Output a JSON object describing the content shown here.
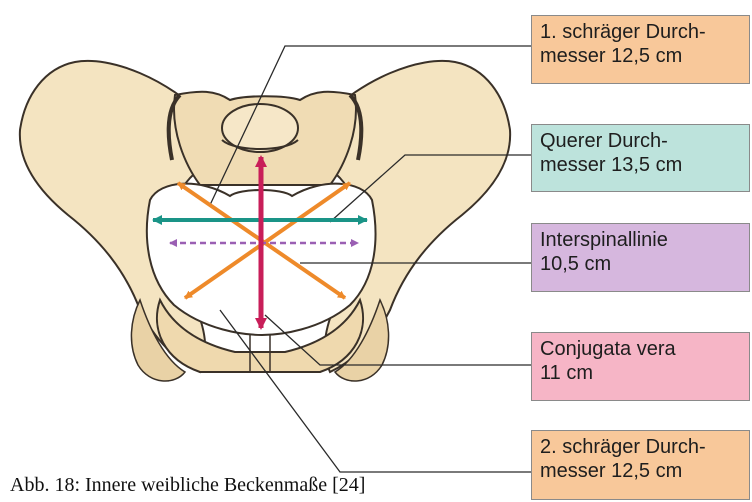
{
  "colors": {
    "bone_fill": "#f4e4c1",
    "bone_shade": "#e9d2a6",
    "bone_outline": "#3a3128",
    "inlet": "#ffffff",
    "oblique_arrow": "#ee8a2a",
    "transverse_arrow": "#1a9487",
    "interspinal_arrow": "#9a5fb3",
    "conjugate_arrow": "#c81e59",
    "leader_line": "#2a2a2a"
  },
  "labels": [
    {
      "lines": [
        "1. schräger Durch-",
        "messer 12,5 cm"
      ],
      "bg": "#f8c89a"
    },
    {
      "lines": [
        "Querer Durch-",
        "messer 13,5 cm"
      ],
      "bg": "#bde3dc"
    },
    {
      "lines": [
        "Interspinallinie",
        "10,5 cm"
      ],
      "bg": "#d6b7de"
    },
    {
      "lines": [
        "Conjugata vera",
        "11 cm"
      ],
      "bg": "#f6b5c6"
    },
    {
      "lines": [
        "2. schräger Durch-",
        "messer 12,5 cm"
      ],
      "bg": "#f8c89a"
    }
  ],
  "caption": "Abb. 18: Innere weibliche Beckenmaße [24]"
}
